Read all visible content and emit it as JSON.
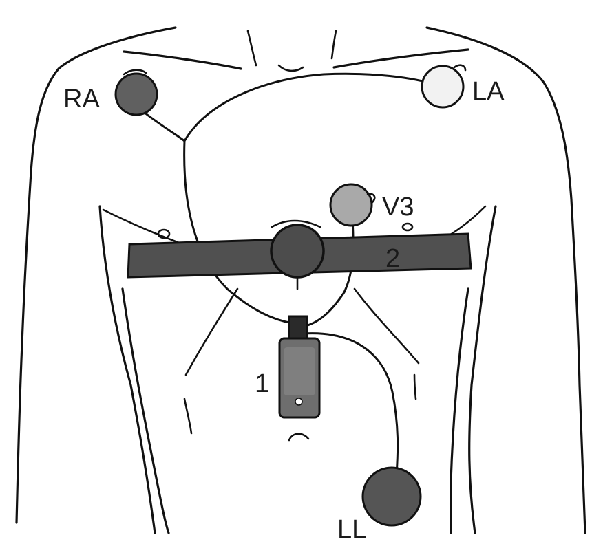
{
  "electrodes": [
    {
      "id": "RA",
      "label": "RA",
      "fill": "#606060"
    },
    {
      "id": "LA",
      "label": "LA",
      "fill": "#f2f2f2"
    },
    {
      "id": "V3",
      "label": "V3",
      "fill": "#a9a9a9"
    },
    {
      "id": "LL",
      "label": "LL",
      "fill": "#555555"
    }
  ],
  "devices": {
    "recorder": {
      "label": "1",
      "fill": "#6e6e6e"
    },
    "chest_strap": {
      "label": "2",
      "fill": "#505050",
      "sensor_fill": "#4c4c4c"
    }
  },
  "colors": {
    "outline": "#111111",
    "background": "#ffffff"
  }
}
